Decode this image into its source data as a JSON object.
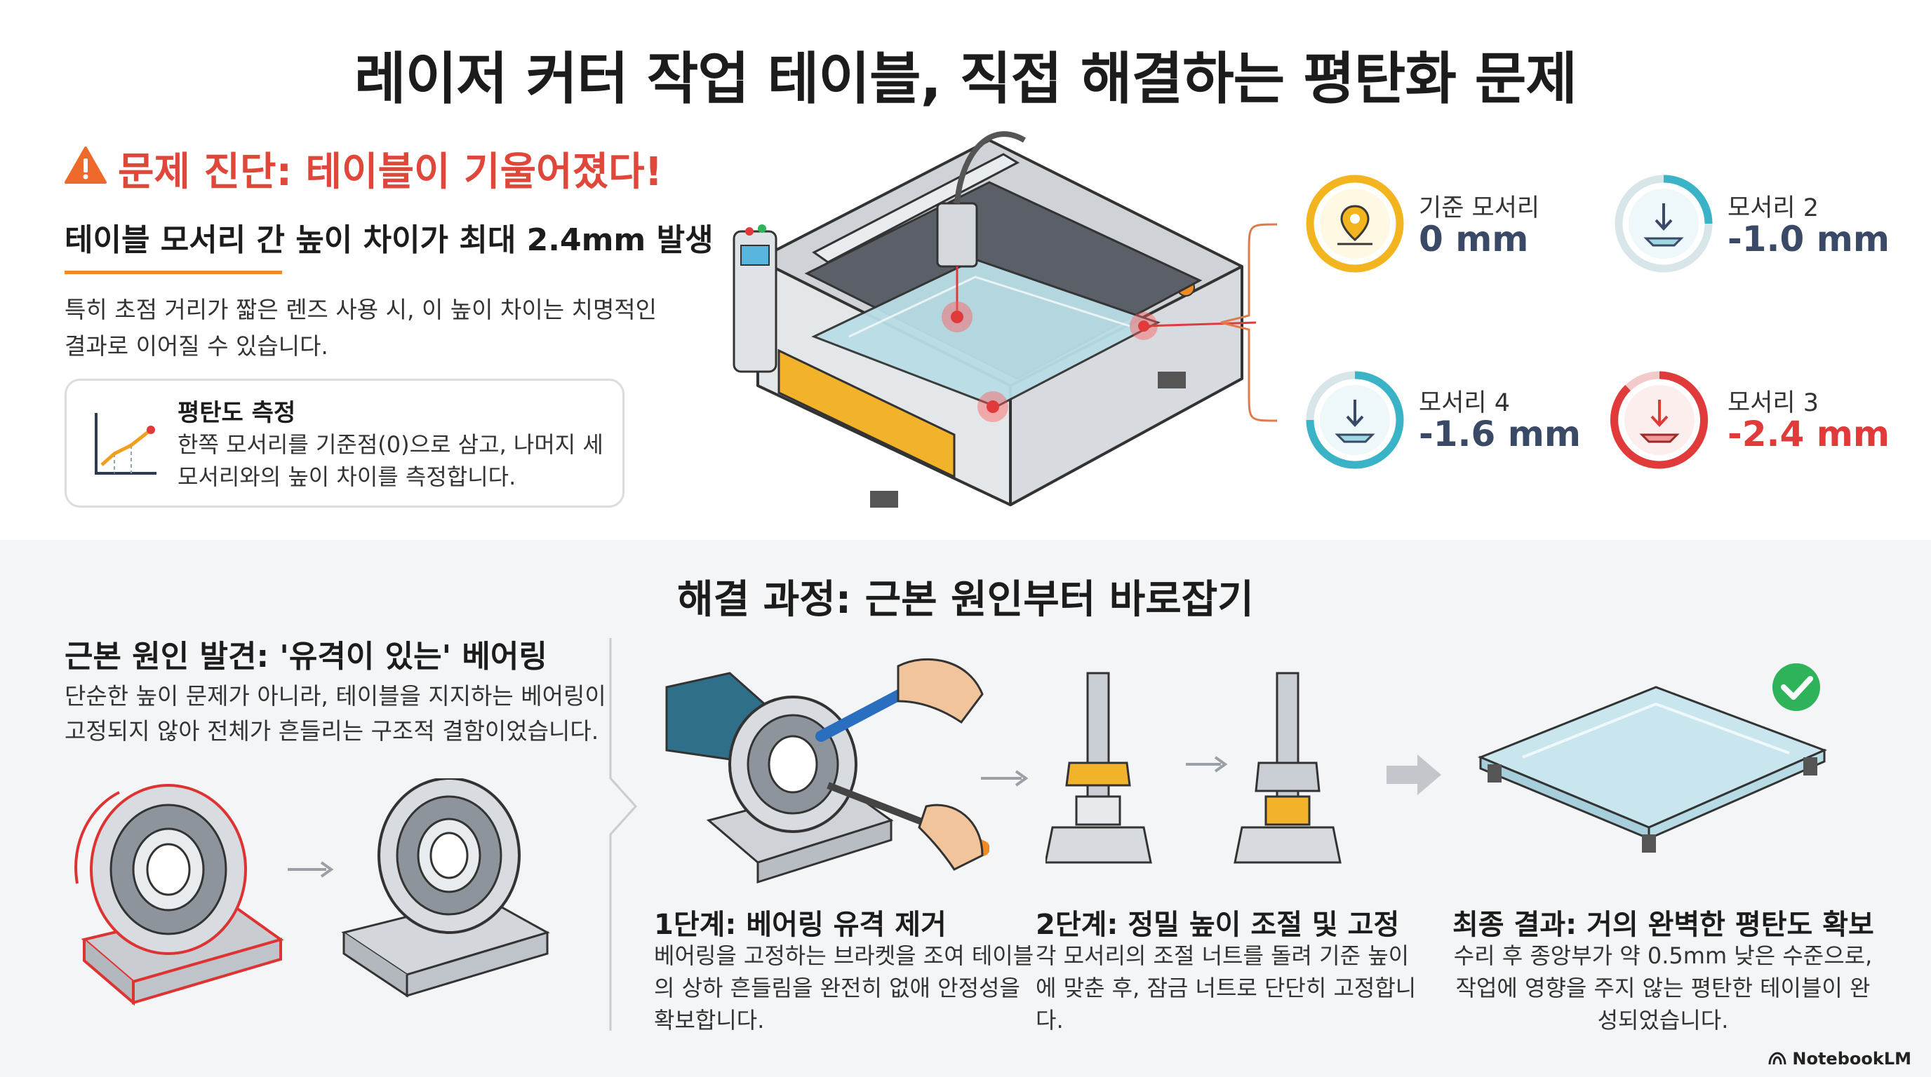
{
  "title": "레이저 커터 작업 테이블, 직접 해결하는 평탄화 문제",
  "diagnosis": {
    "title": "문제 진단: 테이블이 기울어졌다!",
    "subtitle": "테이블 모서리 간 높이 차이가 최대 2.4mm 발생",
    "body": "특히 초점 거리가 짧은 렌즈 사용 시, 이 높이 차이는 치명적인 결과로 이어질 수 있습니다.",
    "measure_card": {
      "title": "평탄도 측정",
      "body": "한쪽 모서리를 기준점(0)으로 삼고, 나머지 세 모서리와의 높이 차이를 측정합니다."
    }
  },
  "corners": [
    {
      "label": "기준 모서리",
      "value": "0 mm",
      "color": "#f2b51f"
    },
    {
      "label": "모서리 2",
      "value": "-1.0 mm",
      "color": "#3bb3c6"
    },
    {
      "label": "모서리 4",
      "value": "-1.6 mm",
      "color": "#3bb3c6"
    },
    {
      "label": "모서리 3",
      "value": "-2.4 mm",
      "color": "#e03a3a"
    }
  ],
  "process": {
    "title": "해결 과정: 근본 원인부터 바로잡기",
    "root_cause": {
      "title": "근본 원인 발견: '유격이 있는' 베어링",
      "body": "단순한 높이 문제가 아니라, 테이블을 지지하는 베어링이 고정되지 않아 전체가 흔들리는 구조적 결함이었습니다."
    },
    "steps": [
      {
        "title": "1단계: 베어링 유격 제거",
        "body": "베어링을 고정하는 브라켓을 조여 테이블의 상하 흔들림을 완전히 없애 안정성을 확보합니다."
      },
      {
        "title": "2단계: 정밀 높이 조절 및 고정",
        "body": "각 모서리의 조절 너트를 돌려 기준 높이에 맞춘 후, 잠금 너트로 단단히 고정합니다."
      },
      {
        "title": "최종 결과: 거의 완벽한 평탄도 확보",
        "body": "수리 후 종앙부가 약 0.5mm 낮은 수준으로, 작업에 영향을 주지 않는 평탄한 테이블이 완성되었습니다."
      }
    ]
  },
  "brand": "NotebookLM",
  "colors": {
    "accent_red": "#e0473b",
    "accent_orange": "#f08a24",
    "check_green": "#2fb35a"
  }
}
